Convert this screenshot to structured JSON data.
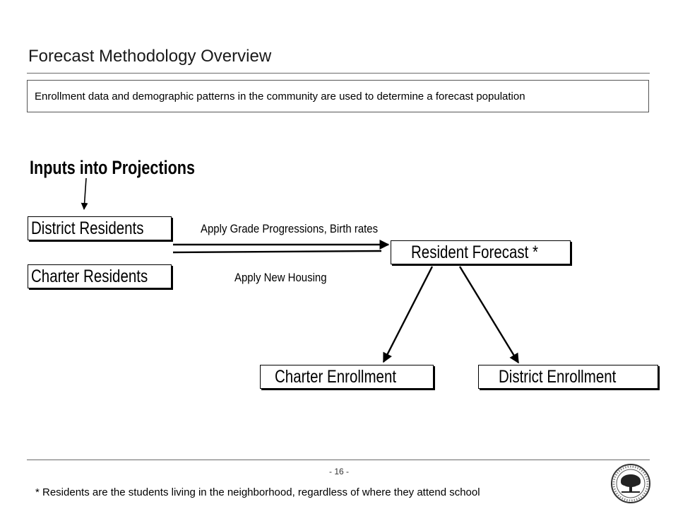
{
  "slide": {
    "title": "Forecast Methodology Overview",
    "subtitle": "Enrollment data and demographic patterns in the community are used to determine a forecast population",
    "heading": "Inputs into Projections",
    "page_number": "- 16 -",
    "footnote": "* Residents are the students living in the neighborhood, regardless of where they attend school"
  },
  "diagram": {
    "nodes": {
      "district_residents": "District Residents",
      "charter_residents": "Charter Residents",
      "resident_forecast": "Resident Forecast *",
      "charter_enrollment": "Charter Enrollment",
      "district_enrollment": "District Enrollment"
    },
    "edge_labels": {
      "grade_progressions": "Apply Grade Progressions, Birth rates",
      "new_housing": "Apply New Housing"
    }
  },
  "logo": {
    "icon": "seal-tree-icon"
  }
}
